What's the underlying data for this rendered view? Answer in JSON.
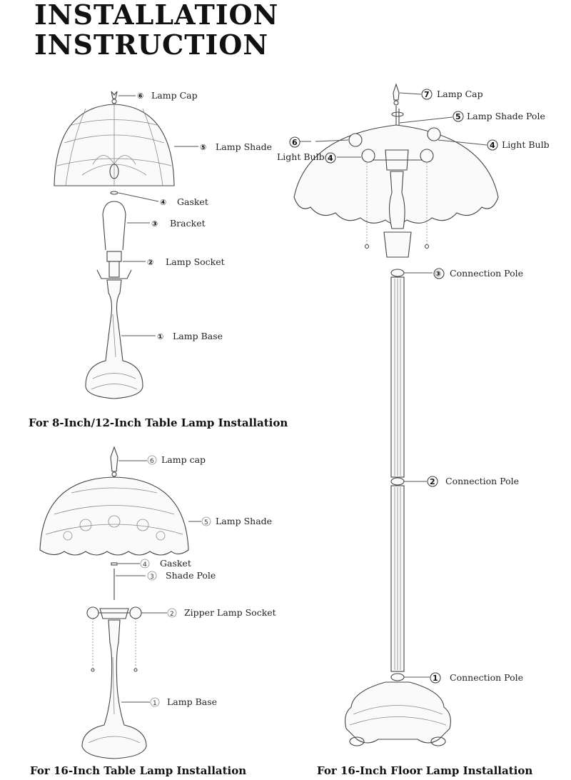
{
  "title": "INSTALLATION INSTRUCTION",
  "sections": {
    "table_small": {
      "caption": "For 8-Inch/12-Inch Table Lamp Installation",
      "labels": [
        {
          "num": "⑥",
          "text": "Lamp Cap"
        },
        {
          "num": "⑤",
          "text": "Lamp Shade"
        },
        {
          "num": "④",
          "text": "Gasket"
        },
        {
          "num": "③",
          "text": "Bracket"
        },
        {
          "num": "②",
          "text": "Lamp Socket"
        },
        {
          "num": "①",
          "text": "Lamp Base"
        }
      ]
    },
    "table_16": {
      "caption": "For 16-Inch Table Lamp Installation",
      "labels": [
        {
          "num": "6",
          "text": "Lamp cap"
        },
        {
          "num": "5",
          "text": "Lamp Shade"
        },
        {
          "num": "4",
          "text": "Gasket"
        },
        {
          "num": "3",
          "text": "Shade Pole"
        },
        {
          "num": "2",
          "text": "Zipper Lamp Socket"
        },
        {
          "num": "1",
          "text": "Lamp Base"
        }
      ]
    },
    "floor_16": {
      "caption": "For 16-Inch Floor Lamp Installation",
      "labels": [
        {
          "num": "7",
          "text": "Lamp Cap"
        },
        {
          "num": "5",
          "text": "Lamp Shade Pole"
        },
        {
          "num": "6",
          "text": "Light Bulb"
        },
        {
          "num": "4",
          "text": "Light Bulb"
        },
        {
          "num": "4",
          "text": ""
        },
        {
          "num": "③",
          "text": "Connection Pole"
        },
        {
          "num": "2",
          "text": "Connection Pole"
        },
        {
          "num": "1",
          "text": "Connection Pole"
        }
      ]
    }
  }
}
